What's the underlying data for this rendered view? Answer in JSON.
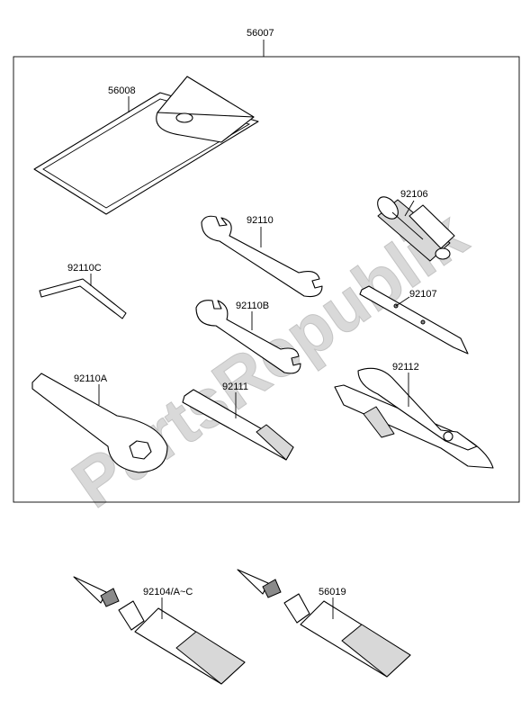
{
  "watermark": "PartsRepublik",
  "assembly_label": "56007",
  "parts": {
    "pouch": "56008",
    "spark_plug_wrench": "92106",
    "open_wrench": "92110",
    "hex_key": "92110C",
    "screwdriver": "92107",
    "open_wrench_b": "92110B",
    "ring_wrench": "92110A",
    "handle": "92111",
    "pliers": "92112",
    "grease_tube": "92104/A~C",
    "grease_tube_2": "56019"
  }
}
